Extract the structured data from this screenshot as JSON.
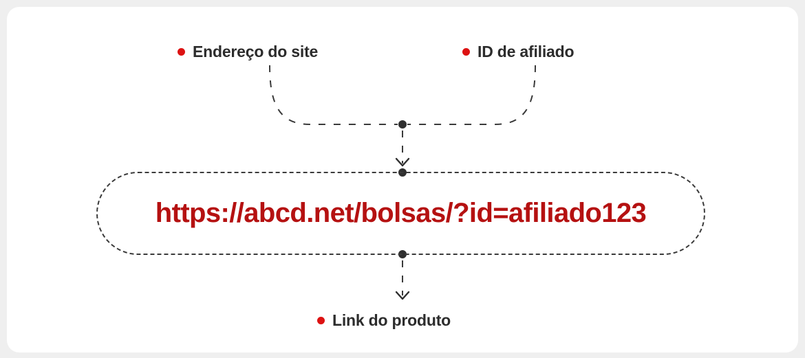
{
  "page": {
    "background_color": "#efefef",
    "card_color": "#ffffff"
  },
  "colors": {
    "bullet_red": "#dd1212",
    "url_red": "#b51111",
    "label_text": "#2c2c2c",
    "connector": "#3a3a3a"
  },
  "diagram": {
    "type": "annotated-url-breakdown",
    "callouts": [
      {
        "id": "site-address",
        "label": "Endereço do site",
        "position": "top-left",
        "bullet": "bullet-dot"
      },
      {
        "id": "affiliate-id",
        "label": "ID de afiliado",
        "position": "top-right",
        "bullet": "bullet-dot"
      },
      {
        "id": "product-link",
        "label": "Link do produto",
        "position": "bottom-center",
        "bullet": "bullet-dot"
      }
    ],
    "url": {
      "full": "https://abcd.net/bolsas/?id=afiliado123",
      "scheme_host": "https://abcd.net",
      "path": "/bolsas/",
      "query": "?id=afiliado123"
    },
    "connector_style": {
      "stroke": "dashed",
      "dash": "10 12",
      "width": 2,
      "junction_dot_radius": 6,
      "arrowhead": "chevron-down"
    }
  }
}
